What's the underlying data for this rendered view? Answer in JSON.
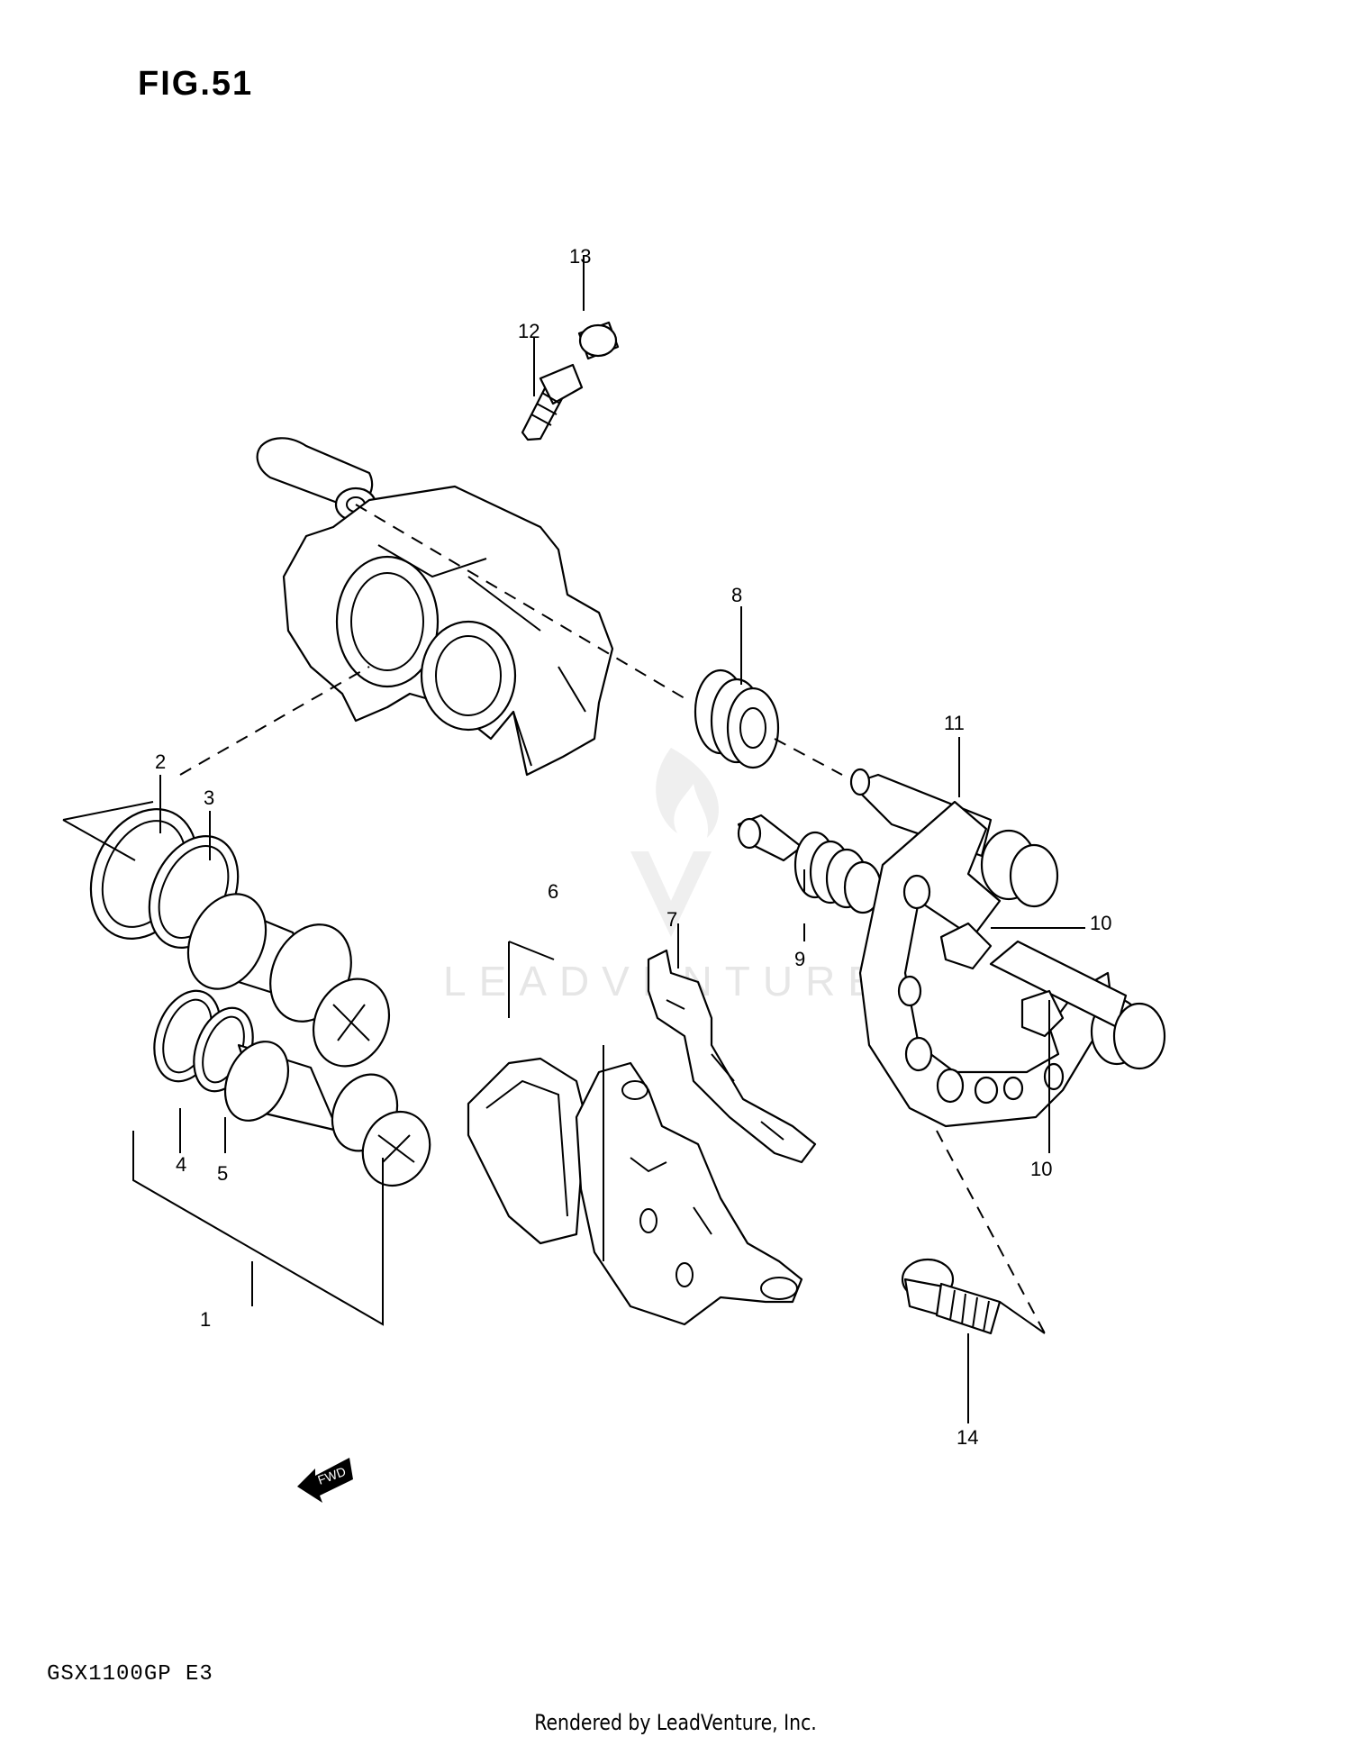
{
  "figure": {
    "title": "FIG.51",
    "model_code": "GSX1100GP  E3",
    "footer": "Rendered by LeadVenture, Inc.",
    "watermark": "LEADVENTURE",
    "fwd_label": "FWD"
  },
  "callouts": [
    {
      "id": "c1",
      "label": "1"
    },
    {
      "id": "c2",
      "label": "2"
    },
    {
      "id": "c3",
      "label": "3"
    },
    {
      "id": "c4",
      "label": "4"
    },
    {
      "id": "c5",
      "label": "5"
    },
    {
      "id": "c6",
      "label": "6"
    },
    {
      "id": "c7",
      "label": "7"
    },
    {
      "id": "c8",
      "label": "8"
    },
    {
      "id": "c9",
      "label": "9"
    },
    {
      "id": "c10a",
      "label": "10"
    },
    {
      "id": "c10b",
      "label": "10"
    },
    {
      "id": "c11",
      "label": "11"
    },
    {
      "id": "c12",
      "label": "12"
    },
    {
      "id": "c13",
      "label": "13"
    },
    {
      "id": "c14",
      "label": "14"
    }
  ]
}
